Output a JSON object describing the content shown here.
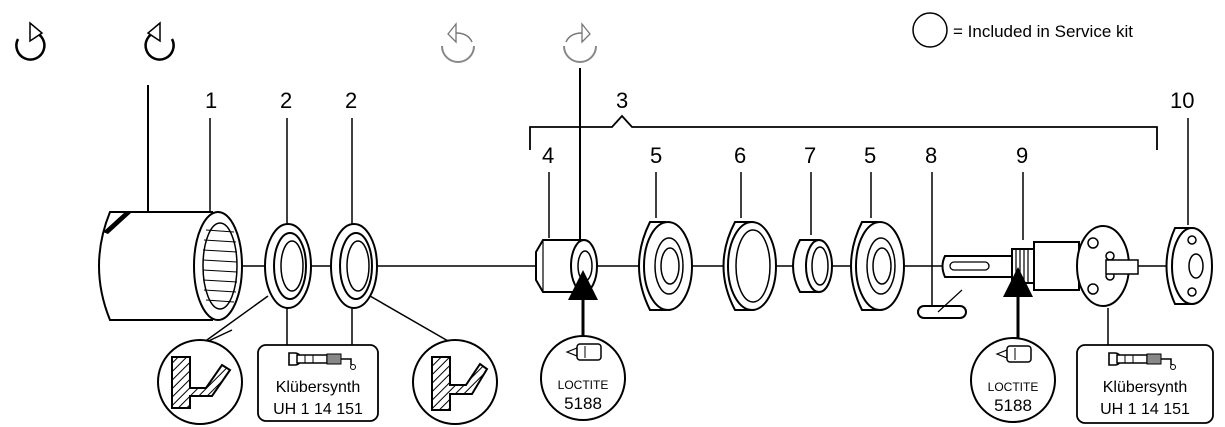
{
  "legend": {
    "text": "= Included in Service kit"
  },
  "part_numbers": {
    "p1": "1",
    "p2a": "2",
    "p2b": "2",
    "p3": "3",
    "p4": "4",
    "p5a": "5",
    "p6": "6",
    "p7": "7",
    "p5b": "5",
    "p8": "8",
    "p9": "9",
    "p10": "10"
  },
  "grease_callouts": [
    {
      "name": "Klübersynth",
      "code": "UH 1 14 151"
    },
    {
      "name": "Klübersynth",
      "code": "UH 1 14 151"
    }
  ],
  "adhesive_callouts": [
    {
      "brand": "LOCTITE",
      "code": "5188"
    },
    {
      "brand": "LOCTITE",
      "code": "5188"
    }
  ],
  "icons": {
    "rotation": [
      "rotate-clockwise-icon",
      "rotate-counterclockwise-icon",
      "rotate-counterclockwise-icon",
      "rotate-clockwise-icon"
    ],
    "grease": "grease-gun-icon",
    "adhesive": "adhesive-bottle-icon",
    "seal": "seal-cross-section-icon"
  },
  "colors": {
    "line": "#000000",
    "hatch": "#000000",
    "background": "#ffffff",
    "metal_light": "#ffffff"
  }
}
